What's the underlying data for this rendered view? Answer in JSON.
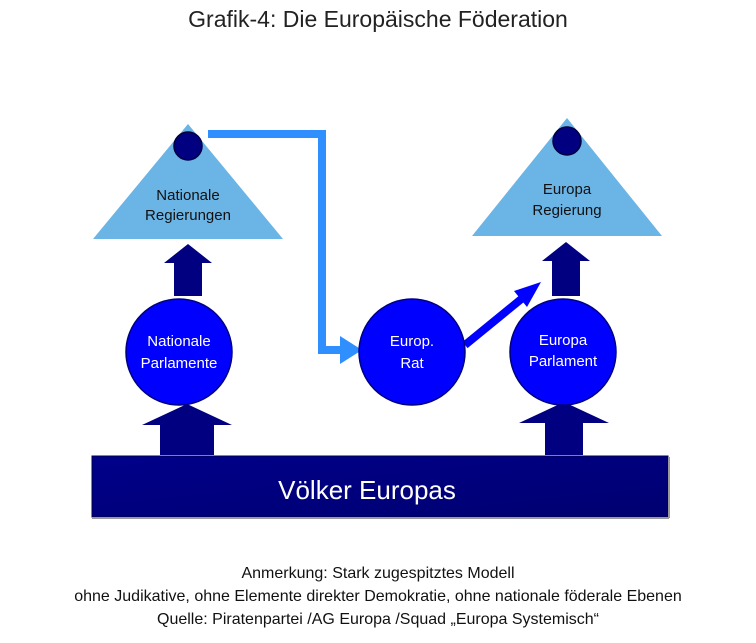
{
  "title": "Grafik-4: Die Europäische Föderation",
  "colors": {
    "triangle": "#6ab4e6",
    "navy": "#000080",
    "circle": "#0000ff",
    "arrow_light": "#2f8fff",
    "arrow_blue": "#0000ff",
    "base": "#000080"
  },
  "nodes": {
    "nationale_regierungen": {
      "line1": "Nationale",
      "line2": "Regierungen"
    },
    "europa_regierung": {
      "line1": "Europa",
      "line2": "Regierung"
    },
    "nationale_parlamente": {
      "line1": "Nationale",
      "line2": "Parlamente"
    },
    "europ_rat": {
      "line1": "Europ.",
      "line2": "Rat"
    },
    "europa_parlament": {
      "line1": "Europa",
      "line2": "Parlament"
    },
    "voelker": "Völker Europas"
  },
  "notes": {
    "line1": "Anmerkung:  Stark zugespitztes Modell",
    "line2": "ohne Judikative, ohne Elemente direkter Demokratie, ohne nationale föderale Ebenen",
    "line3": "Quelle:  Piratenpartei  /AG Europa  /Squad „Europa Systemisch“"
  }
}
